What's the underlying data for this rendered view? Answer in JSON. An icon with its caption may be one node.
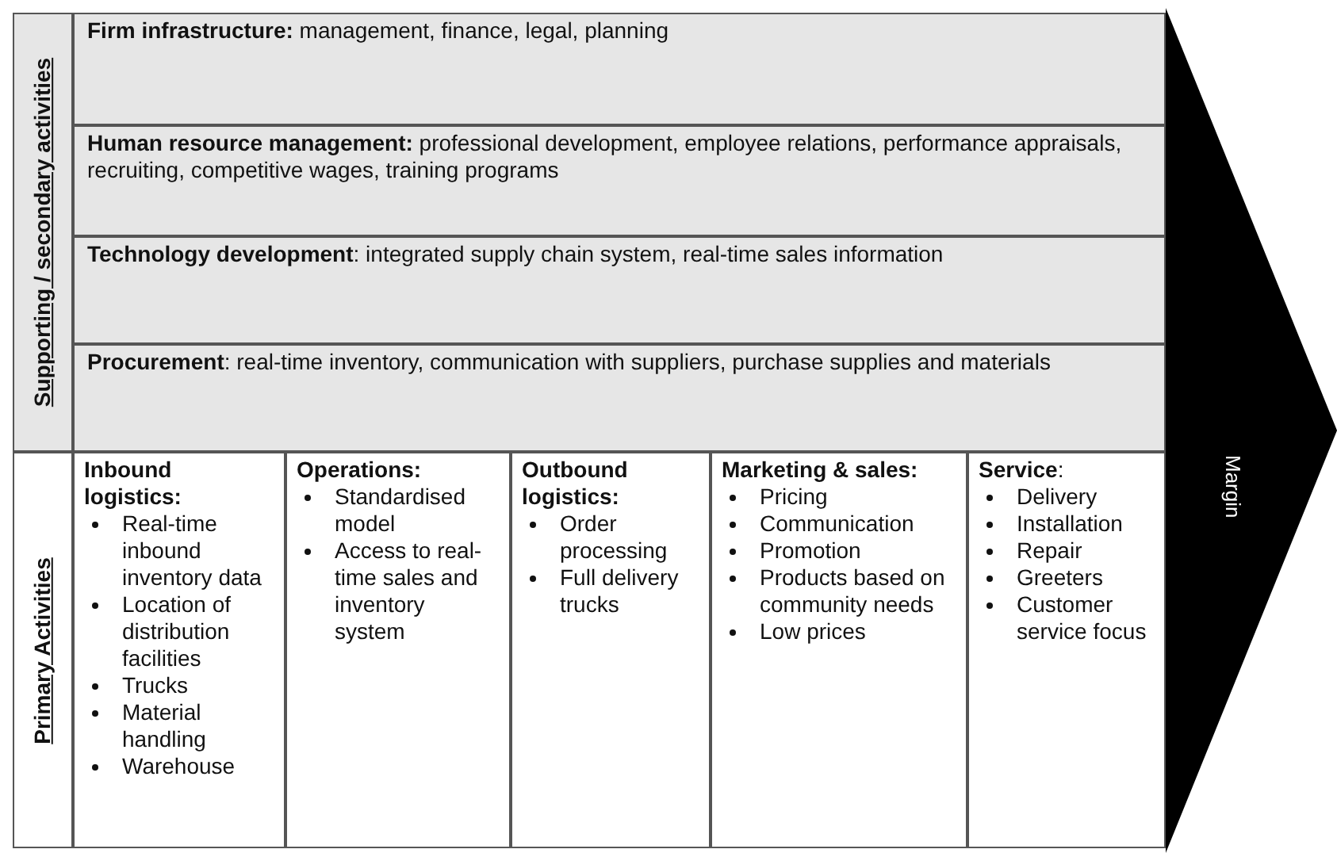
{
  "diagram": {
    "nodes": [
      {
        "text": [
          "Supporting / secondary activities"
        ]
      },
      {
        "text": [
          "**Firm infrastructure:** management, finance, legal, planning"
        ]
      },
      {
        "text": [
          "**Human resource management:** professional development, employee relations, performance appraisals, recruiting, competitive wages, training programs"
        ]
      },
      {
        "text": [
          "**Technology development**: integrated supply chain system, real-time sales information"
        ]
      },
      {
        "text": [
          "**Procurement**: real-time inventory, communication with suppliers, purchase supplies and materials"
        ]
      },
      {
        "text": [
          "Primary Activities"
        ]
      },
      {
        "text": [
          "**Inbound logistics:**",
          "Real-time inbound inventory data",
          "Location of distribution facilities",
          "Trucks",
          "Material handling",
          "Warehouse"
        ]
      },
      {
        "text": [
          "**Operations:**",
          "Standardised model",
          "Access to real-time sales and inventory system"
        ]
      },
      {
        "text": [
          "**Outbound logistics:**",
          "Order processing",
          "Full delivery trucks"
        ]
      },
      {
        "text": [
          "**Marketing & sales:**",
          "Pricing",
          "Communication",
          "Promotion",
          "Products based on community needs",
          "Low prices"
        ]
      },
      {
        "text": [
          "**Service**:",
          "Delivery",
          "Installation",
          "Repair",
          "Greeters",
          "Customer service focus"
        ]
      },
      {
        "text": [
          "Margin"
        ]
      }
    ],
    "edges": []
  }
}
